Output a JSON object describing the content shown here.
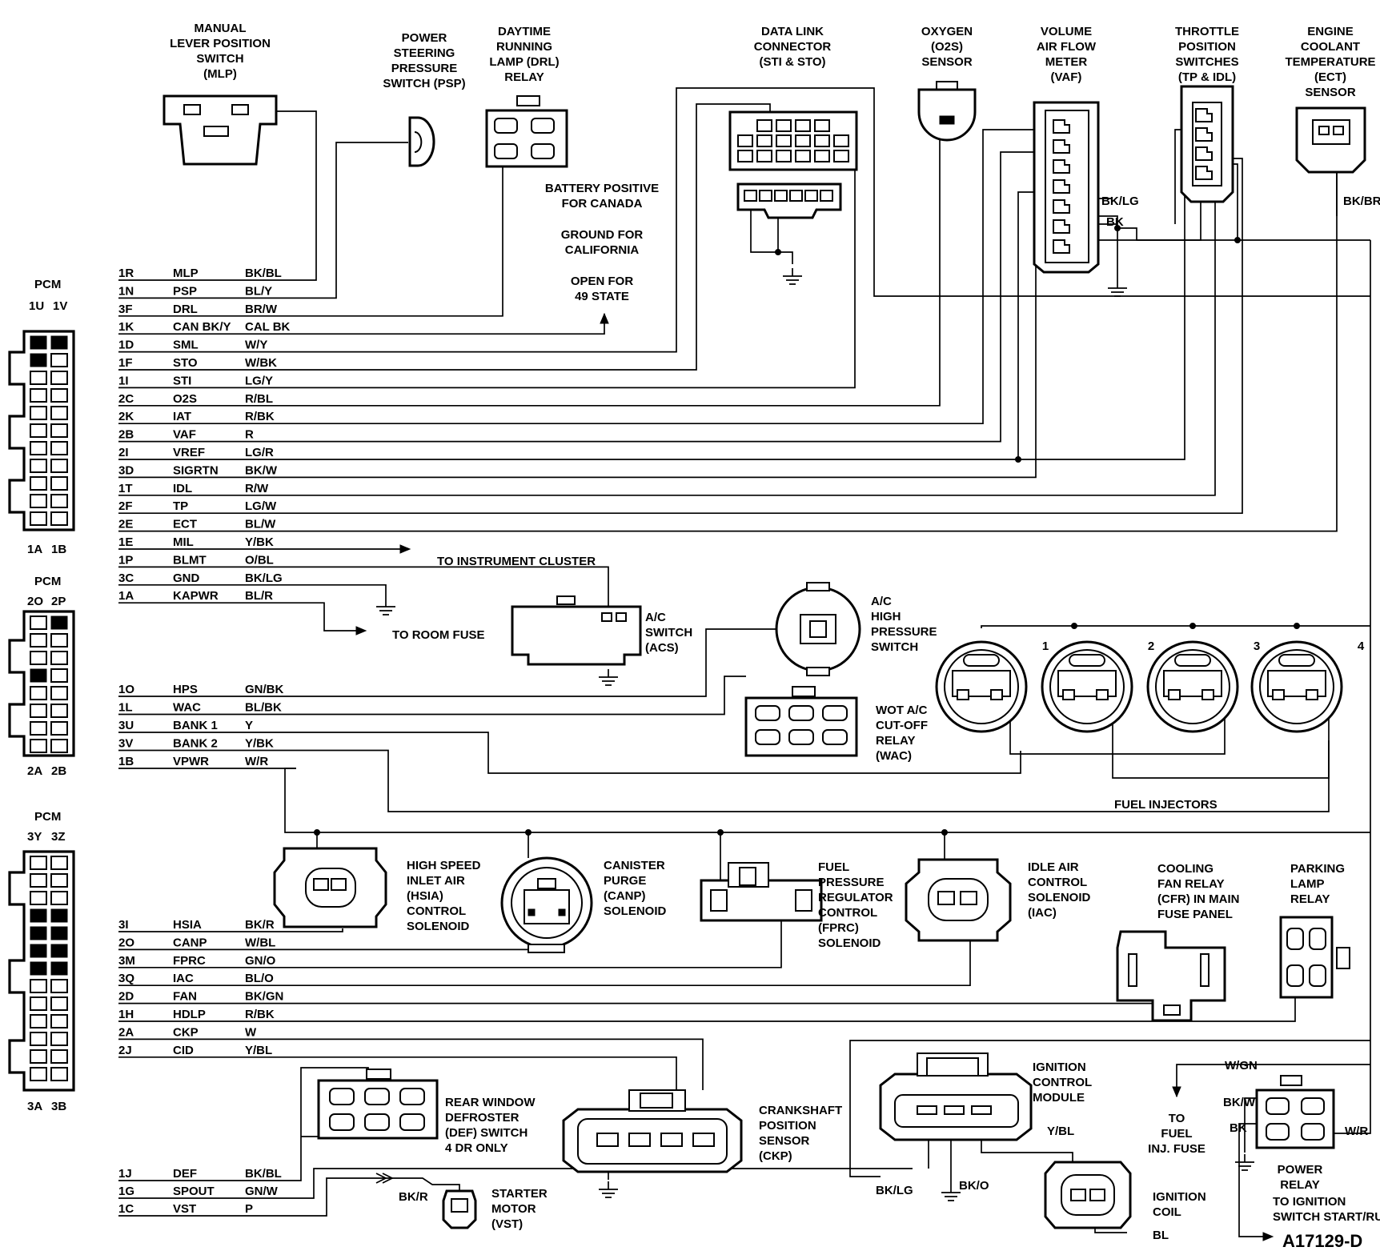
{
  "figure_id": "A17129-D",
  "pcm_label": "PCM",
  "connectors": {
    "pcm1": {
      "top_left": "1U",
      "top_right": "1V",
      "bottom_left": "1A",
      "bottom_right": "1B"
    },
    "pcm2": {
      "top_left": "2O",
      "top_right": "2P",
      "bottom_left": "2A",
      "bottom_right": "2B"
    },
    "pcm3": {
      "top_left": "3Y",
      "top_right": "3Z",
      "bottom_left": "3A",
      "bottom_right": "3B"
    }
  },
  "pins_group1": [
    {
      "pin": "1R",
      "signal": "MLP",
      "color": "BK/BL"
    },
    {
      "pin": "1N",
      "signal": "PSP",
      "color": "BL/Y"
    },
    {
      "pin": "3F",
      "signal": "DRL",
      "color": "BR/W"
    },
    {
      "pin": "1K",
      "signal": "CAN BK/Y",
      "color": "CAL BK"
    },
    {
      "pin": "1D",
      "signal": "SML",
      "color": "W/Y"
    },
    {
      "pin": "1F",
      "signal": "STO",
      "color": "W/BK"
    },
    {
      "pin": "1I",
      "signal": "STI",
      "color": "LG/Y"
    },
    {
      "pin": "2C",
      "signal": "O2S",
      "color": "R/BL"
    },
    {
      "pin": "2K",
      "signal": "IAT",
      "color": "R/BK"
    },
    {
      "pin": "2B",
      "signal": "VAF",
      "color": "R"
    },
    {
      "pin": "2I",
      "signal": "VREF",
      "color": "LG/R"
    },
    {
      "pin": "3D",
      "signal": "SIGRTN",
      "color": "BK/W"
    },
    {
      "pin": "1T",
      "signal": "IDL",
      "color": "R/W"
    },
    {
      "pin": "2F",
      "signal": "TP",
      "color": "LG/W"
    },
    {
      "pin": "2E",
      "signal": "ECT",
      "color": "BL/W"
    },
    {
      "pin": "1E",
      "signal": "MIL",
      "color": "Y/BK"
    },
    {
      "pin": "1P",
      "signal": "BLMT",
      "color": "O/BL"
    },
    {
      "pin": "3C",
      "signal": "GND",
      "color": "BK/LG"
    },
    {
      "pin": "1A",
      "signal": "KAPWR",
      "color": "BL/R"
    }
  ],
  "pins_group2": [
    {
      "pin": "1O",
      "signal": "HPS",
      "color": "GN/BK"
    },
    {
      "pin": "1L",
      "signal": "WAC",
      "color": "BL/BK"
    },
    {
      "pin": "3U",
      "signal": "BANK 1",
      "color": "Y"
    },
    {
      "pin": "3V",
      "signal": "BANK 2",
      "color": "Y/BK"
    },
    {
      "pin": "1B",
      "signal": "VPWR",
      "color": "W/R"
    }
  ],
  "pins_group3": [
    {
      "pin": "3I",
      "signal": "HSIA",
      "color": "BK/R"
    },
    {
      "pin": "2O",
      "signal": "CANP",
      "color": "W/BL"
    },
    {
      "pin": "3M",
      "signal": "FPRC",
      "color": "GN/O"
    },
    {
      "pin": "3Q",
      "signal": "IAC",
      "color": "BL/O"
    },
    {
      "pin": "2D",
      "signal": "FAN",
      "color": "BK/GN"
    },
    {
      "pin": "1H",
      "signal": "HDLP",
      "color": "R/BK"
    },
    {
      "pin": "2A",
      "signal": "CKP",
      "color": "W"
    },
    {
      "pin": "2J",
      "signal": "CID",
      "color": "Y/BL"
    }
  ],
  "pins_group4": [
    {
      "pin": "1J",
      "signal": "DEF",
      "color": "BK/BL"
    },
    {
      "pin": "1G",
      "signal": "SPOUT",
      "color": "GN/W"
    },
    {
      "pin": "1C",
      "signal": "VST",
      "color": "P"
    }
  ],
  "components": {
    "mlp": [
      "MANUAL",
      "LEVER POSITION",
      "SWITCH",
      "(MLP)"
    ],
    "psp": [
      "POWER",
      "STEERING",
      "PRESSURE",
      "SWITCH (PSP)"
    ],
    "drl": [
      "DAYTIME",
      "RUNNING",
      "LAMP (DRL)",
      "RELAY"
    ],
    "dlc": [
      "DATA LINK",
      "CONNECTOR",
      "(STI & STO)"
    ],
    "o2s": [
      "OXYGEN",
      "(O2S)",
      "SENSOR"
    ],
    "vaf": [
      "VOLUME",
      "AIR FLOW",
      "METER",
      "(VAF)"
    ],
    "tp": [
      "THROTTLE",
      "POSITION",
      "SWITCHES",
      "(TP & IDL)"
    ],
    "ect": [
      "ENGINE",
      "COOLANT",
      "TEMPERATURE",
      "(ECT)",
      "SENSOR"
    ],
    "acs": [
      "A/C",
      "SWITCH",
      "(ACS)"
    ],
    "hps": [
      "A/C",
      "HIGH",
      "PRESSURE",
      "SWITCH"
    ],
    "wac": [
      "WOT A/C",
      "CUT-OFF",
      "RELAY",
      "(WAC)"
    ],
    "hsia": [
      "HIGH SPEED",
      "INLET AIR",
      "(HSIA)",
      "CONTROL",
      "SOLENOID"
    ],
    "canp": [
      "CANISTER",
      "PURGE",
      "(CANP)",
      "SOLENOID"
    ],
    "fprc": [
      "FUEL",
      "PRESSURE",
      "REGULATOR",
      "CONTROL",
      "(FPRC)",
      "SOLENOID"
    ],
    "iac": [
      "IDLE AIR",
      "CONTROL",
      "SOLENOID",
      "(IAC)"
    ],
    "cfr": [
      "COOLING",
      "FAN RELAY",
      "(CFR) IN MAIN",
      "FUSE PANEL"
    ],
    "parking": [
      "PARKING",
      "LAMP",
      "RELAY"
    ],
    "def": [
      "REAR WINDOW",
      "DEFROSTER",
      "(DEF) SWITCH",
      "4 DR ONLY"
    ],
    "ckp": [
      "CRANKSHAFT",
      "POSITION",
      "SENSOR",
      "(CKP)"
    ],
    "icm": [
      "IGNITION",
      "CONTROL",
      "MODULE"
    ],
    "coil": [
      "IGNITION",
      "COIL"
    ],
    "power_relay": [
      "POWER",
      "RELAY"
    ],
    "starter": [
      "STARTER",
      "MOTOR",
      "(VST)"
    ],
    "fuel_inj_fuse": [
      "TO",
      "FUEL",
      "INJ. FUSE"
    ]
  },
  "notes": {
    "canada": [
      "BATTERY POSITIVE",
      "FOR CANADA"
    ],
    "california": [
      "GROUND FOR",
      "CALIFORNIA"
    ],
    "state49": [
      "OPEN FOR",
      "49 STATE"
    ],
    "instrument": "TO INSTRUMENT CLUSTER",
    "room_fuse": "TO ROOM FUSE",
    "fuel_injectors": "FUEL INJECTORS",
    "to_ignition": [
      "TO IGNITION",
      "SWITCH START/RUN"
    ]
  },
  "injector_numbers": [
    "1",
    "2",
    "3",
    "4"
  ],
  "wire_tags": {
    "vaf_bklg": "BK/LG",
    "vaf_bk": "BK",
    "ect_bkbr": "BK/BR",
    "icm_ybl": "Y/BL",
    "icm_bklg": "BK/LG",
    "icm_bko": "BK/O",
    "coil_bl": "BL",
    "wgn": "W/GN",
    "bkw": "BK/W",
    "bk": "BK",
    "wr": "W/R",
    "starter_bkr": "BK/R"
  }
}
